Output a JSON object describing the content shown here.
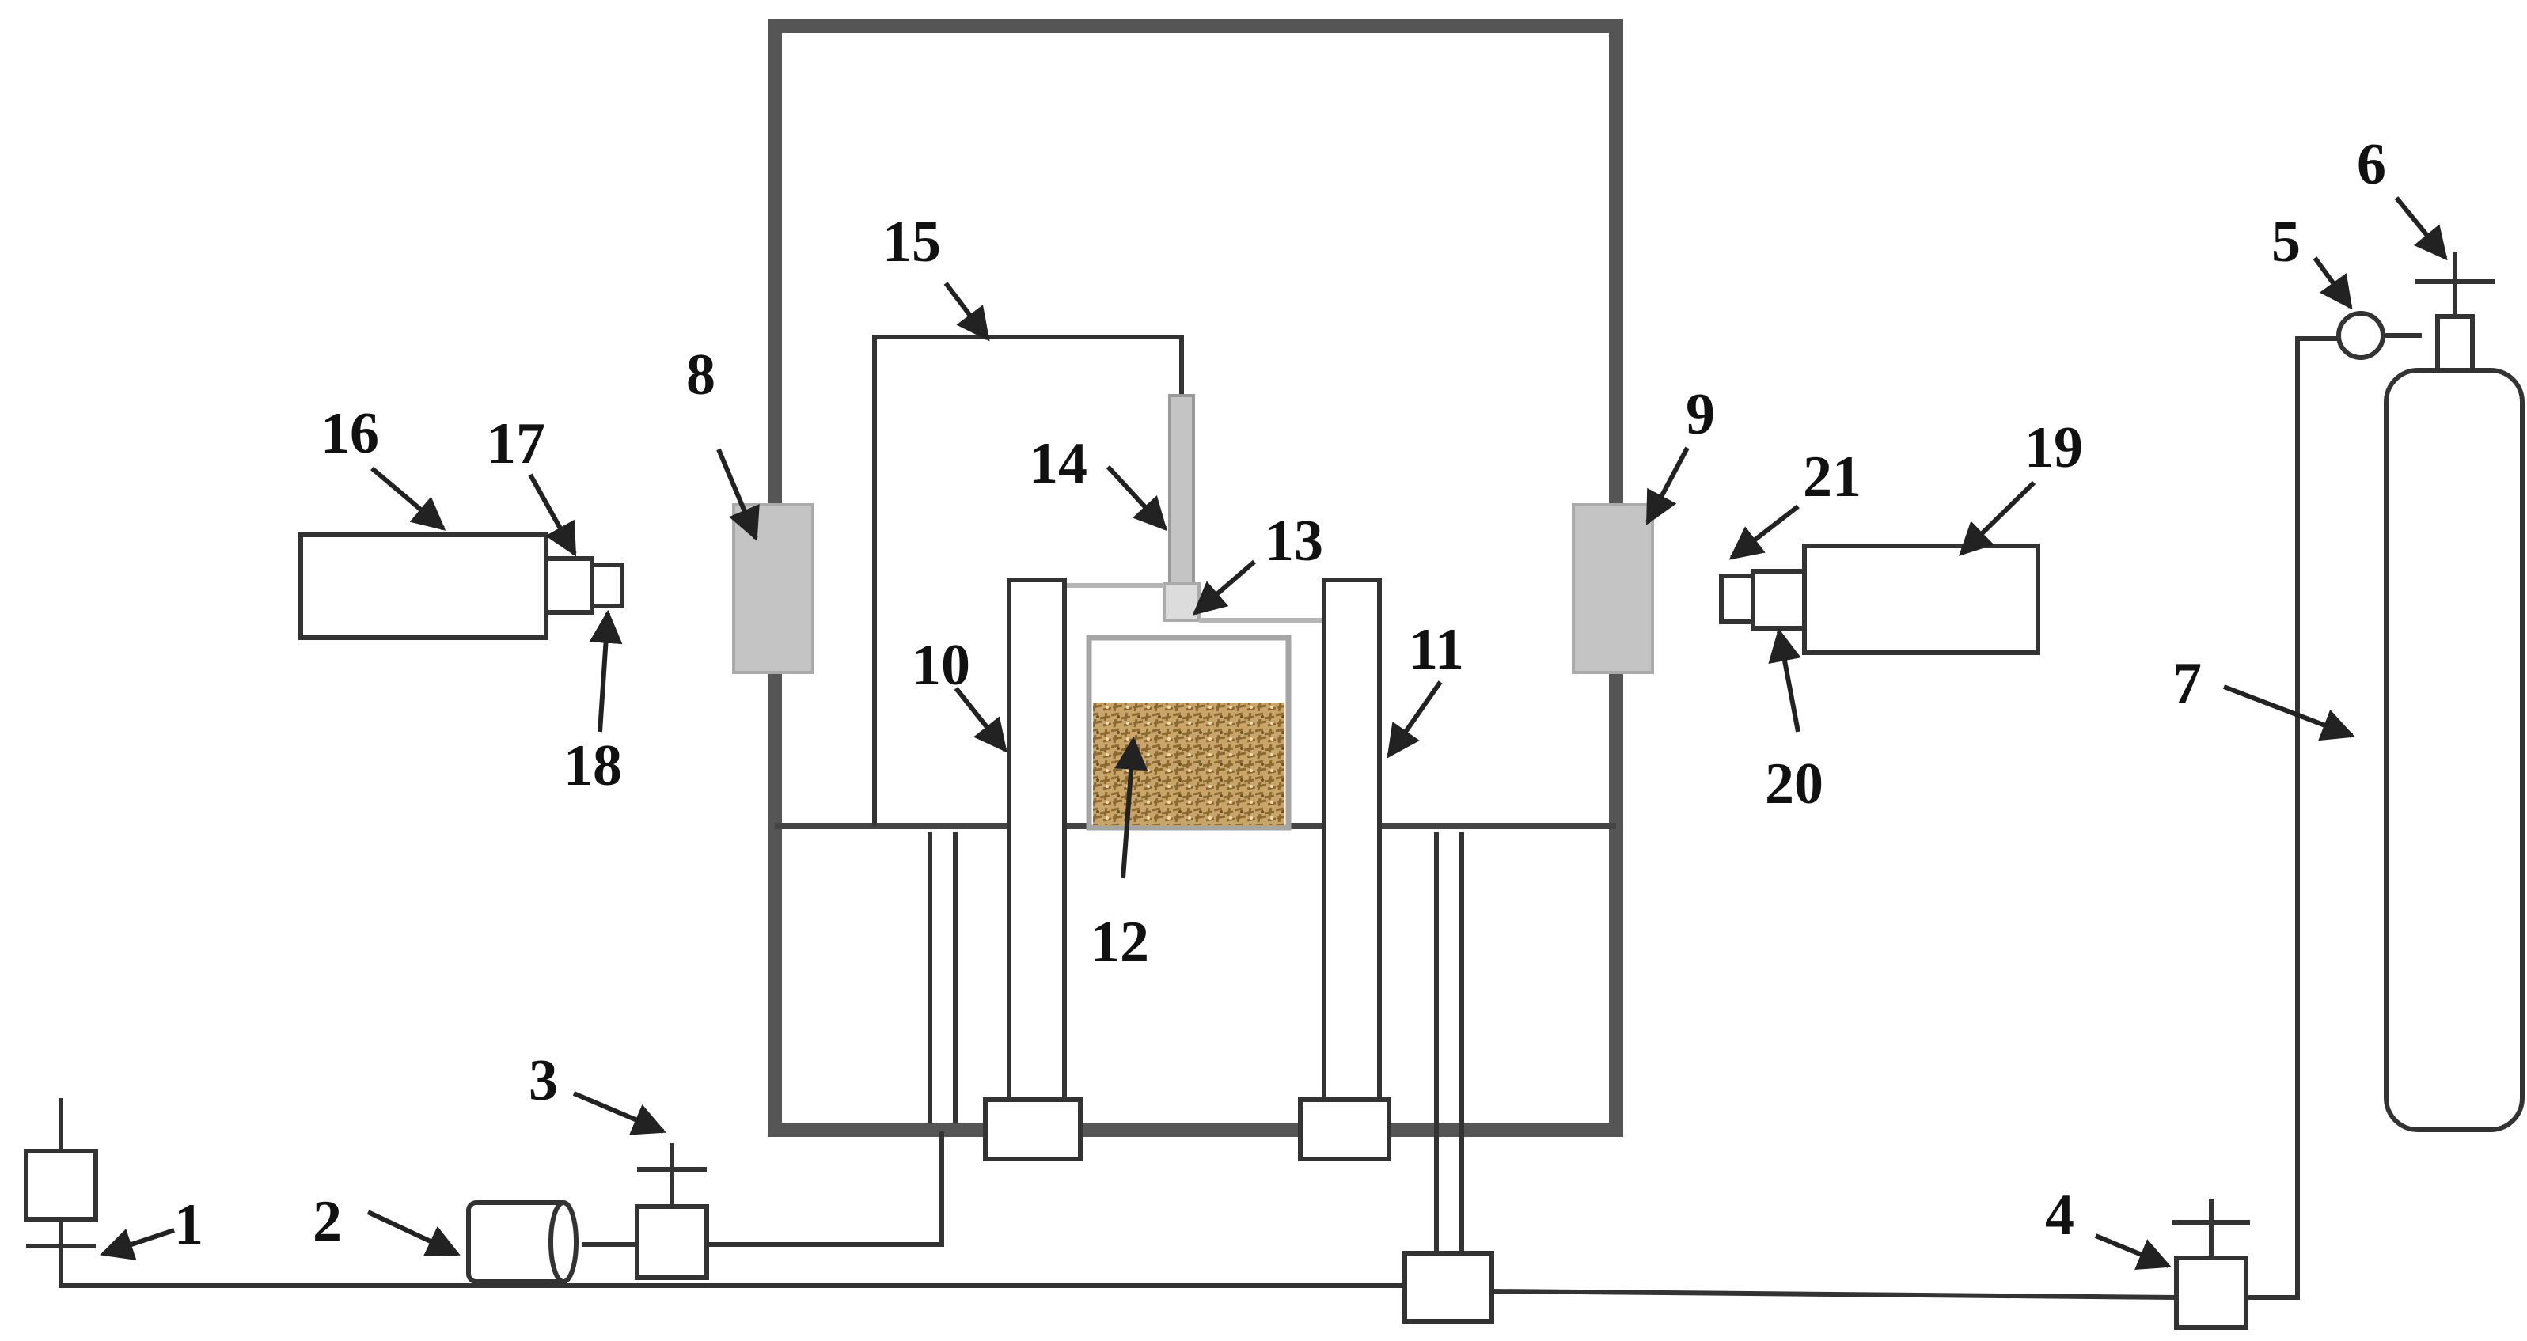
{
  "labels": {
    "l1": "1",
    "l2": "2",
    "l3": "3",
    "l4": "4",
    "l5": "5",
    "l6": "6",
    "l7": "7",
    "l8": "8",
    "l9": "9",
    "l10": "10",
    "l11": "11",
    "l12": "12",
    "l13": "13",
    "l14": "14",
    "l15": "15",
    "l16": "16",
    "l17": "17",
    "l18": "18",
    "l19": "19",
    "l20": "20",
    "l21": "21"
  },
  "colors": {
    "outline": "#333333",
    "chamber_wall": "#555555",
    "window_fill": "#c4c4c4",
    "sample_fill": "#c9a56a",
    "sample_texture": "#8a6a32"
  }
}
